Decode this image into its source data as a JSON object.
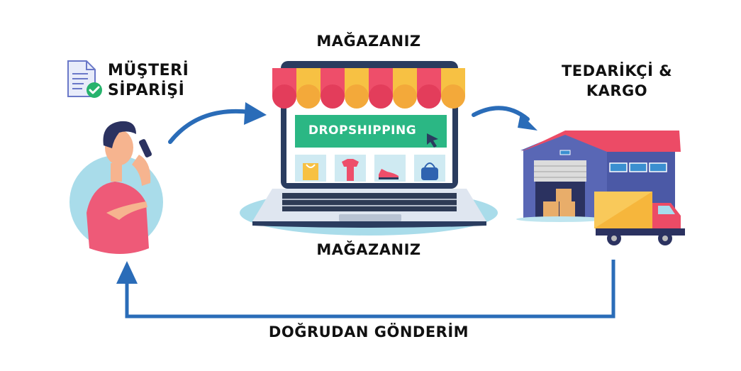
{
  "labels": {
    "customer": [
      "MÜŞTERİ",
      "SİPARİŞİ"
    ],
    "store_top": "MAĞAZANIZ",
    "store_bottom": "MAĞAZANIZ",
    "supplier": [
      "TEDARİKÇİ &",
      "KARGO"
    ],
    "direct_shipping": "DOĞRUDAN GÖNDERİM",
    "screen_banner": "DROPSHIPPING"
  },
  "icons": {
    "order": "document-check-icon",
    "customer": "person-on-phone-icon",
    "store": "laptop-storefront-icon",
    "warehouse": "warehouse-icon",
    "truck": "delivery-truck-icon",
    "products": [
      "shopping-bag-icon",
      "tshirt-icon",
      "sneaker-icon",
      "handbag-icon"
    ]
  },
  "colors": {
    "arrow": "#2a6cb8",
    "banner": "#2bb784",
    "awning_red": "#ee4e6a",
    "awning_yellow": "#f7c143",
    "laptop_frame": "#2a3c5f",
    "circle_bg": "#a9dcea",
    "warehouse_wall": "#5967b5",
    "roof": "#ec4b66",
    "truck_cargo": "#f6b63c"
  }
}
